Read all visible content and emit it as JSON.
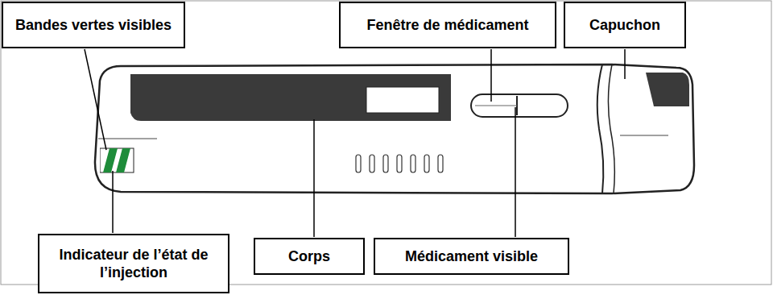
{
  "diagram": {
    "nodes": [
      {
        "text": [
          "Bandes vertes visibles"
        ]
      },
      {
        "text": [
          "Fenêtre de médicament"
        ]
      },
      {
        "text": [
          "Capuchon"
        ]
      },
      {
        "text": [
          "Indicateur de l’état de l’injection"
        ]
      },
      {
        "text": [
          "Corps"
        ]
      },
      {
        "text": [
          "Médicament visible"
        ]
      }
    ]
  }
}
